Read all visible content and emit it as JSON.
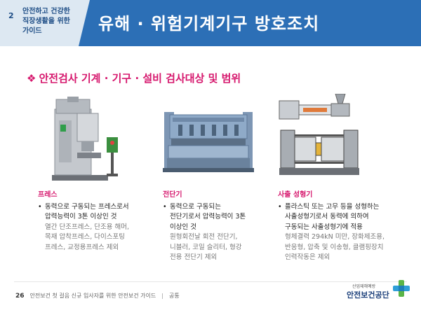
{
  "header": {
    "chapter_number": "2",
    "chapter_lines": [
      "안전하고 건강한",
      "직장생활을 위한",
      "가이드"
    ],
    "title": "유해 · 위험기계기구 방호조치"
  },
  "section": {
    "bullet": "❖",
    "heading": "안전검사 기계 · 기구 · 설비 검사대상 및 범위"
  },
  "items": [
    {
      "title": "프레스",
      "bullet_lines": [
        "동력으로 구동되는 프레스로서",
        "압력능력이 3톤 이상인 것"
      ],
      "note_lines": [
        "열간 단조프레스, 단조용 해머,",
        "목재 압착프레스, 다이스포팅",
        "프레스, 교정용프레스 제외"
      ],
      "icon": "press-machine-icon"
    },
    {
      "title": "전단기",
      "bullet_lines": [
        "동력으로 구동되는",
        "전단기로서 압력능력이 3톤",
        "이상인 것"
      ],
      "note_lines": [
        "원형회전날 회전 전단기,",
        "니블러, 코일 슬리터, 형강",
        "전용 전단기 제외"
      ],
      "icon": "shearing-machine-icon"
    },
    {
      "title": "사출 성형기",
      "bullet_lines": [
        "플라스틱 또는 고무 등을 성형하는",
        "사출성형기로서 동력에 의하여",
        "구동되는 사출성형기에 적용"
      ],
      "note_lines": [
        "형체결력 294kN 미만, 장화제조용,",
        "반응형, 압축 및 이송형, 클램핑장치",
        "인력작동은 제외"
      ],
      "icon": "injection-molding-icon"
    }
  ],
  "footer": {
    "page_number": "26",
    "guide_title": "안전보건 첫 걸음 신규 입사자를 위한 안전보건 가이드",
    "separator": "|",
    "category": "공통"
  },
  "logo": {
    "tagline": "산업재해예방",
    "name": "안전보건공단"
  },
  "colors": {
    "header_blue": "#2c6fb6",
    "header_light": "#dde8f2",
    "accent_pink": "#d6176d"
  }
}
